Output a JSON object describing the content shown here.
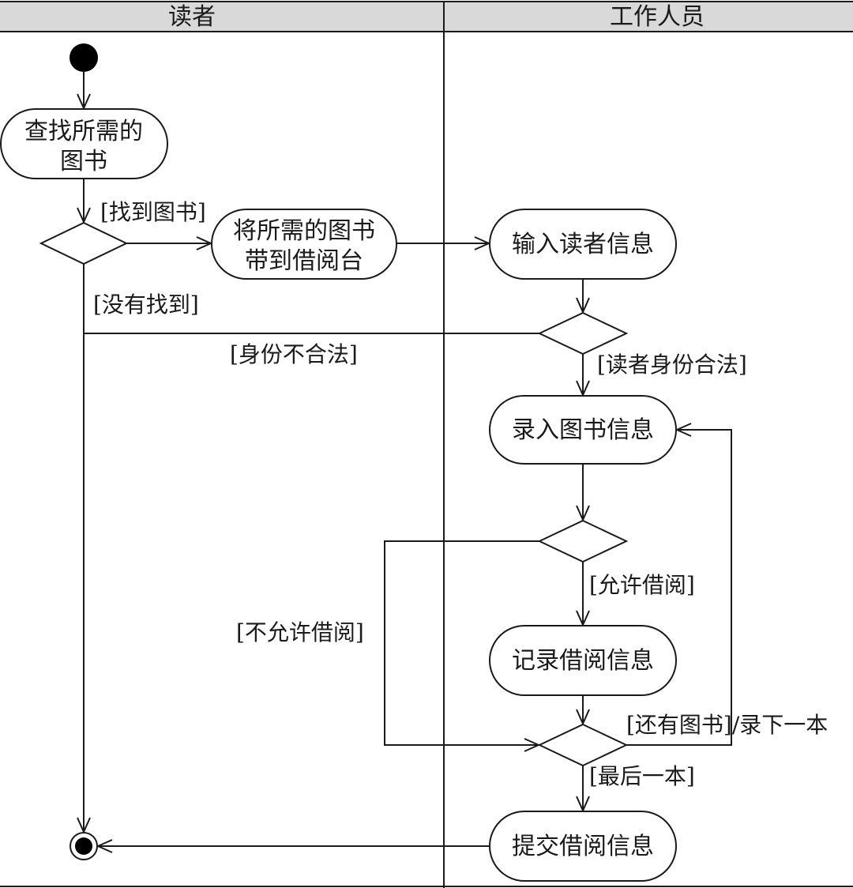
{
  "lanes": {
    "left": "读者",
    "right": "工作人员"
  },
  "activities": {
    "find_book": [
      "查找所需的",
      "图书"
    ],
    "bring_to_desk": [
      "将所需的图书",
      "带到借阅台"
    ],
    "input_reader": "输入读者信息",
    "enter_book": "录入图书信息",
    "record_borrow": "记录借阅信息",
    "submit_borrow": "提交借阅信息"
  },
  "guards": {
    "found": "[找到图书]",
    "not_found": "[没有找到]",
    "identity_invalid": "[身份不合法]",
    "identity_valid": "[读者身份合法]",
    "allowed": "[允许借阅]",
    "not_allowed": "[不允许借阅]",
    "more_books": "[还有图书]/录下一本",
    "last_book": "[最后一本]"
  }
}
